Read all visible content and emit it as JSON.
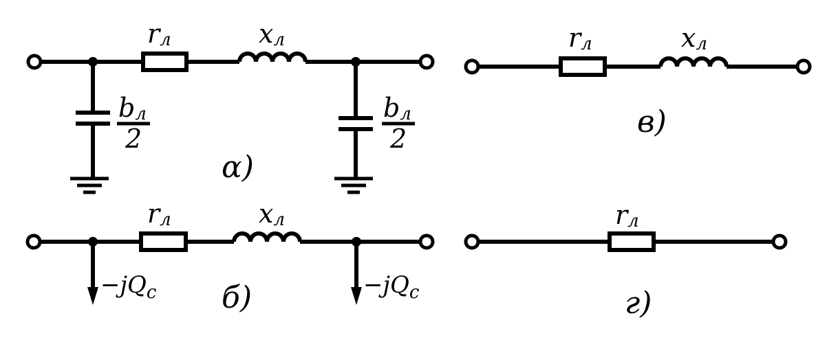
{
  "labels": {
    "r": "r",
    "x": "x",
    "l": "л",
    "b": "b",
    "two": "2",
    "jq_prefix": "−jQ",
    "jq_sub": "c"
  },
  "captions": {
    "a": "α)",
    "b": "б)",
    "v": "в)",
    "g": "г)"
  }
}
